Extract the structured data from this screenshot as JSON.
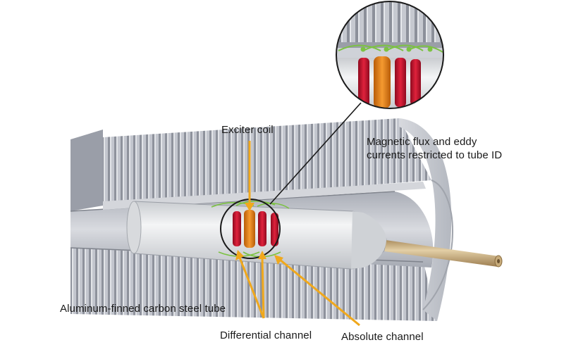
{
  "labels": {
    "exciter_coil": "Exciter coil",
    "flux_line1": "Magnetic flux and eddy",
    "flux_line2": "currents restricted to tube ID",
    "tube": "Aluminum-finned carbon steel tube",
    "differential": "Differential channel",
    "absolute": "Absolute channel"
  },
  "colors": {
    "fin": "#b8bcc6",
    "fin_dark": "#8d919b",
    "tube_interior": "#c9ccd2",
    "probe_body": "#e6e8ea",
    "coil_red": "#c8102e",
    "coil_orange": "#e8801a",
    "cable": "#c8a977",
    "flux_green": "#7cc242",
    "arrow": "#f0a81c"
  }
}
